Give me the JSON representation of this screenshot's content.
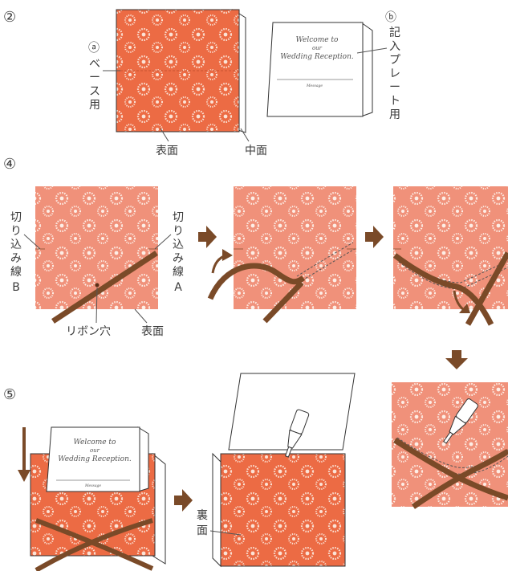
{
  "steps": {
    "s2": "②",
    "s4": "④",
    "s5": "⑤"
  },
  "step2": {
    "mark_a": "ⓐ",
    "base_chars": [
      "ベ",
      "ー",
      "ス",
      "用"
    ],
    "mark_b": "ⓑ",
    "plate_chars": [
      "記",
      "入",
      "プ",
      "レ",
      "ー",
      "ト",
      "用"
    ],
    "label_front": "表面",
    "label_inner": "中面",
    "plate_line1": "Welcome to",
    "plate_line2": "our",
    "plate_line3": "Wedding Reception.",
    "plate_message": "Message"
  },
  "step4": {
    "cut_b": [
      "切",
      "り",
      "込",
      "み",
      "線",
      "B"
    ],
    "cut_a": [
      "切",
      "り",
      "込",
      "み",
      "線",
      "A"
    ],
    "ribbon_hole": "リボン穴",
    "label_front": "表面"
  },
  "step5": {
    "label_back": [
      "裏",
      "面"
    ]
  },
  "colors": {
    "orange": "#ec6b44",
    "salmon": "#f0917a",
    "ribbon": "#7a4a28",
    "arrow": "#7a4a28"
  },
  "icons": [
    "arrow-right-icon",
    "arrow-down-icon",
    "glue-bottle-icon",
    "curved-arrow-icon"
  ]
}
